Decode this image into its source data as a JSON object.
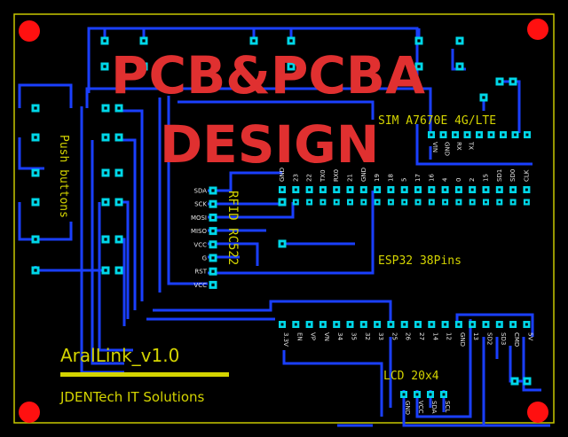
{
  "title": {
    "line1": "PCB&PCBA",
    "line2": "DESIGN"
  },
  "labels": {
    "sim": "SIM A7670E 4G/LTE",
    "esp": "ESP32 38Pins",
    "rfid": "RFID RC522",
    "lcd": "LCD 20x4",
    "push": "Push buttons",
    "project": "AralLink_v1.0",
    "company": "JDENTech IT Solutions"
  },
  "rfid_pins": [
    "SDA",
    "SCK",
    "MOSI",
    "MISO",
    "VCC",
    "G",
    "RST",
    "VCC"
  ],
  "esp_top_pins": [
    "GND",
    "23",
    "22",
    "TX0",
    "RX0",
    "21",
    "GND",
    "19",
    "18",
    "5",
    "17",
    "16",
    "4",
    "0",
    "2",
    "15",
    "SD1",
    "SD0",
    "CLK"
  ],
  "esp_bottom_pins": [
    "3.3V",
    "EN",
    "VP",
    "VN",
    "34",
    "35",
    "32",
    "33",
    "25",
    "26",
    "27",
    "14",
    "12",
    "GND",
    "13",
    "SD2",
    "SD3",
    "CMD",
    "5V"
  ],
  "sim_pins": [
    "VIN",
    "GND",
    "RX",
    "TX",
    "",
    "",
    "",
    "",
    ""
  ],
  "lcd_pins": [
    "GND",
    "VCC",
    "SDA",
    "SCL"
  ],
  "colors": {
    "board": "#000000",
    "trace": "#1a3fff",
    "silk": "#d4d400",
    "pad": "#00d7e8",
    "mount": "#ff1010",
    "title": "#e03030"
  }
}
